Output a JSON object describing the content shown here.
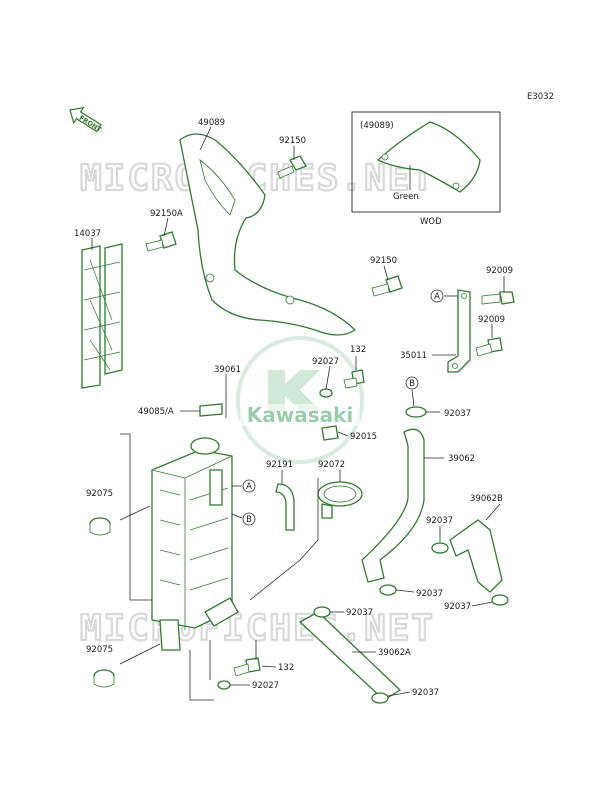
{
  "diagram_code": "E3032",
  "front_label": "FRONT",
  "watermark_text": "MICROFICHES.NET",
  "logo": {
    "text": "Kawasaki",
    "color": "#2e8b57"
  },
  "inset": {
    "ref": "(49089)",
    "color_note": "Green",
    "model_note": "WOD"
  },
  "callouts": {
    "c49089": "49089",
    "c92150_top": "92150",
    "c92150A": "92150A",
    "c14037": "14037",
    "c92150_mid": "92150",
    "c92009_a": "92009",
    "c92009_b": "92009",
    "c35011": "35011",
    "cA_bracket": "A",
    "c92027_top": "92027",
    "c132_top": "132",
    "c39061": "39061",
    "c49085A": "49085/A",
    "cB_hose": "B",
    "c92037_1": "92037",
    "c92015": "92015",
    "c39062": "39062",
    "c92191": "92191",
    "c92072": "92072",
    "cA_rad": "A",
    "cB_rad": "B",
    "c92075_top": "92075",
    "c39062B": "39062B",
    "c92037_2": "92037",
    "c92037_3": "92037",
    "c92037_4": "92037",
    "c92037_5": "92037",
    "c39062A": "39062A",
    "c92075_bot": "92075",
    "c132_bot": "132",
    "c92027_bot": "92027",
    "c92037_6": "92037"
  }
}
